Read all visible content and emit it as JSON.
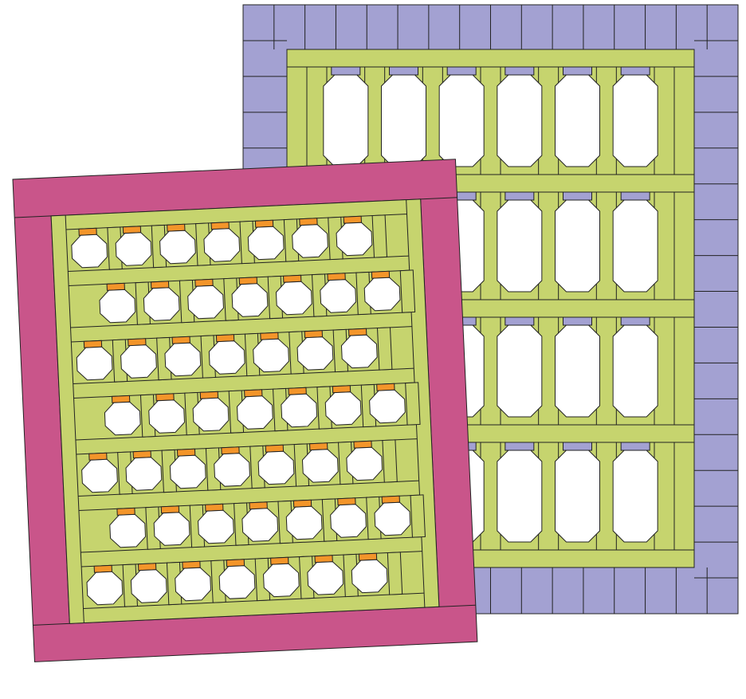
{
  "colors": {
    "lattice_green": "#c6d46e",
    "purple_border": "#a3a1d2",
    "magenta_border": "#c9558a",
    "orange_accent": "#f3952a",
    "window_white": "#ffffff",
    "outline": "#222222"
  },
  "quilts": [
    {
      "id": "large-quilt",
      "border_color_key": "purple_border",
      "block_rows": 4,
      "block_columns": 6,
      "window_shape": "tall-octagon",
      "accent_color_key": "purple_border"
    },
    {
      "id": "small-quilt",
      "border_color_key": "magenta_border",
      "block_rows": 7,
      "block_columns": 7,
      "window_shape": "octagon",
      "accent_color_key": "orange_accent"
    }
  ]
}
